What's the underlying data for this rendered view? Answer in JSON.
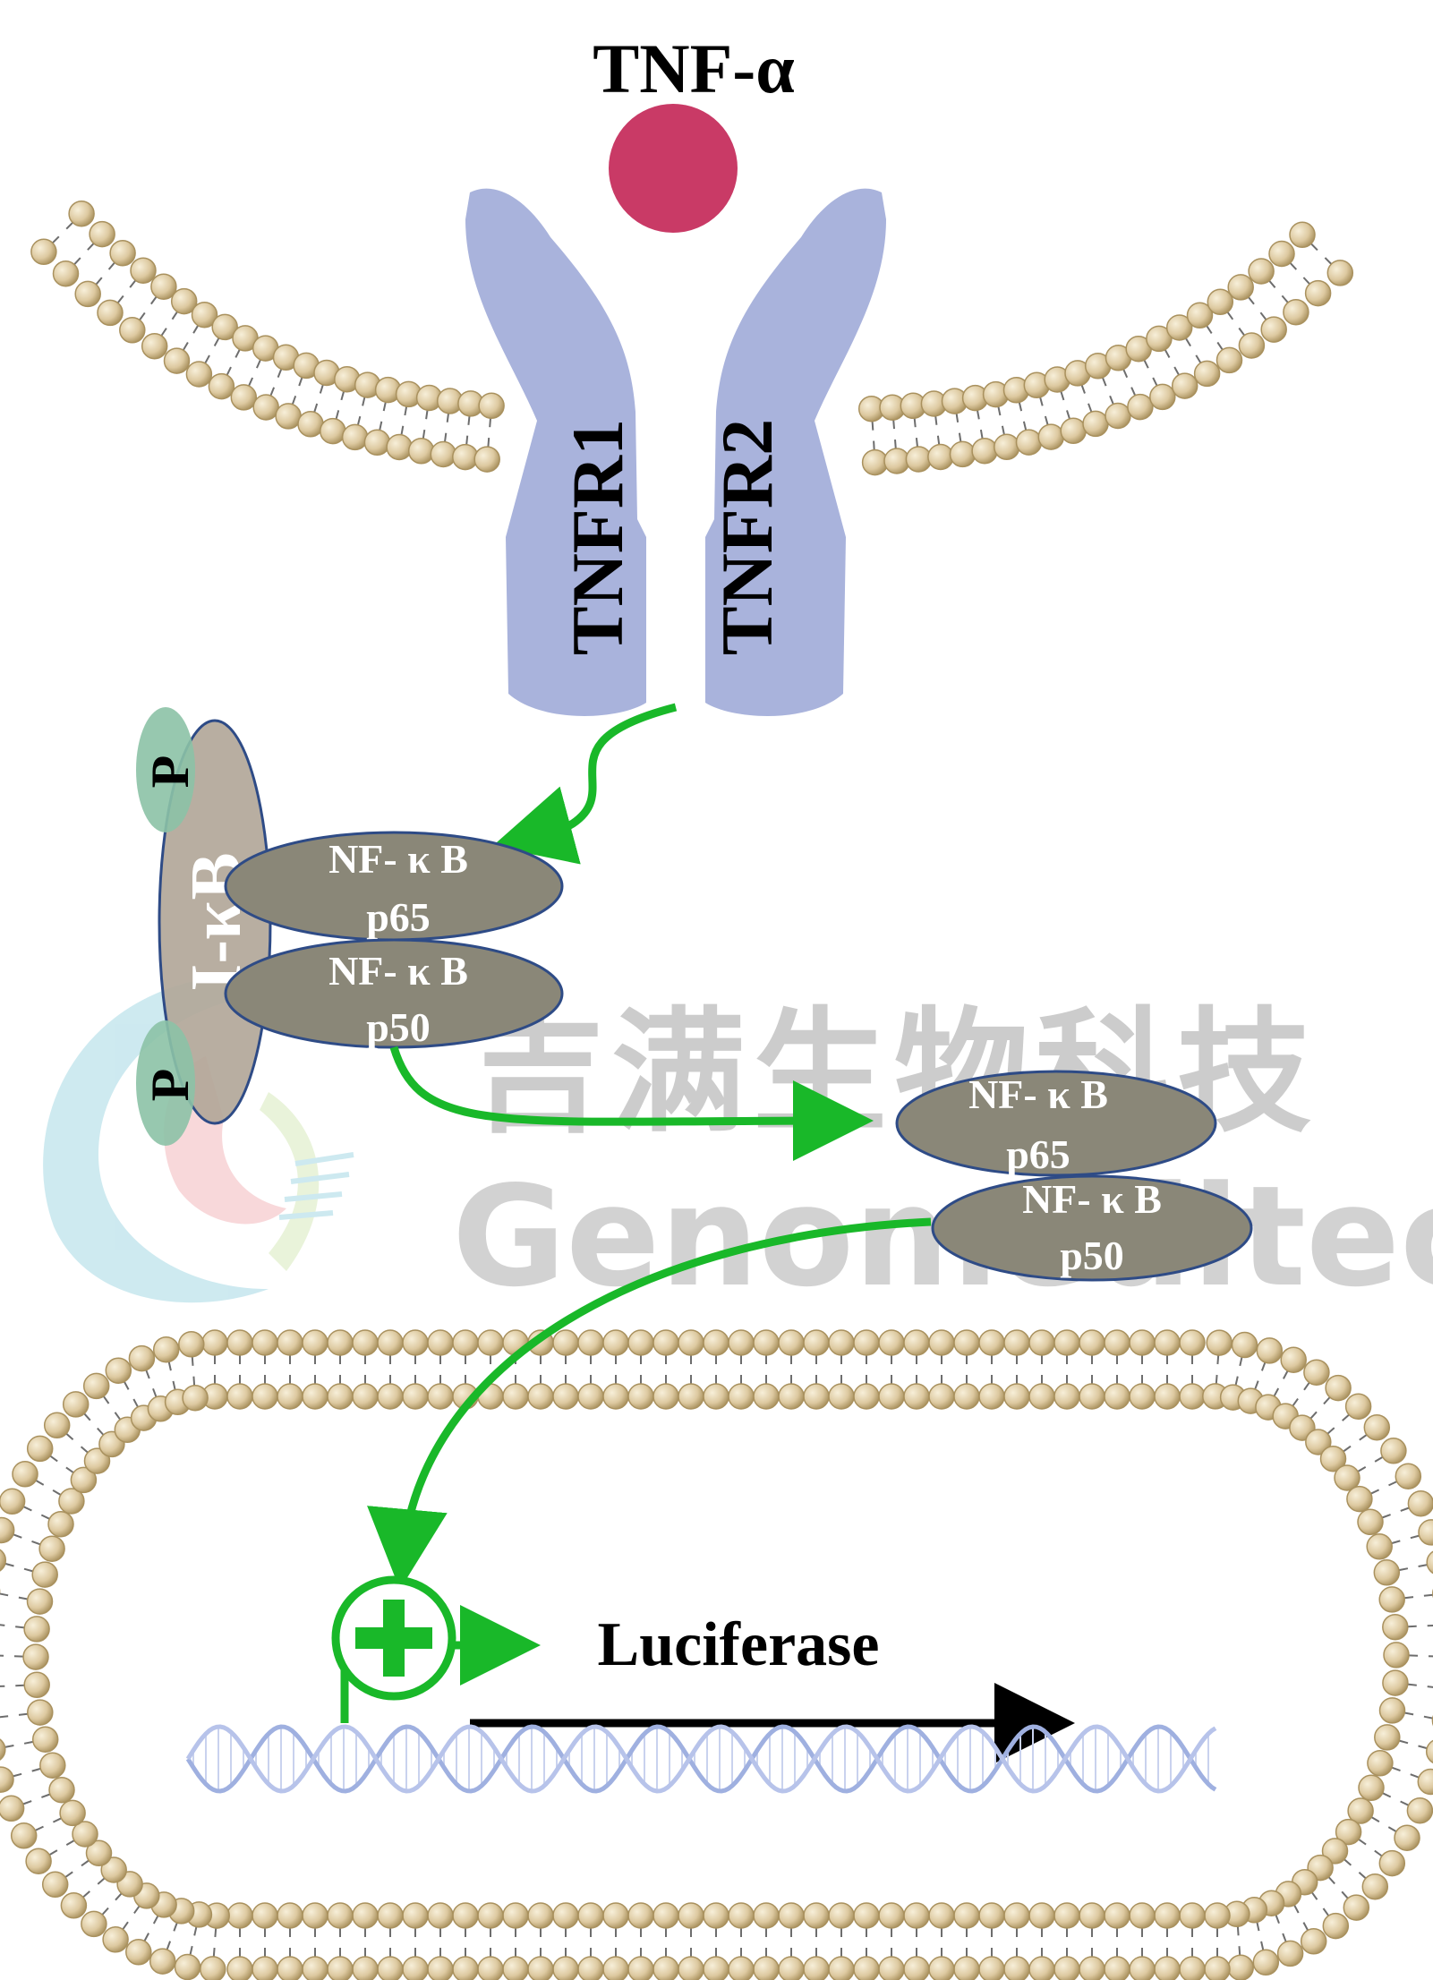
{
  "ligand": {
    "label": "TNF-α",
    "color": "#c93a66"
  },
  "receptors": [
    {
      "label": "TNFR1"
    },
    {
      "label": "TNFR2"
    }
  ],
  "receptor_color": "#a9b3dc",
  "inhibitor": {
    "label": "I-κB",
    "color": "#b2a799"
  },
  "phosphate": {
    "label": "P",
    "color": "#8cc2a6"
  },
  "complex": {
    "p65_label": "NF- κ B\np65",
    "p50_label": "NF- κ B\np50"
  },
  "nfkb_line1": "NF- κ B",
  "nfkb_p65": "p65",
  "nfkb_p50": "p50",
  "nfkb_color": "#8a8778",
  "nfkb_border": "#2e4b86",
  "membrane_color": "#d9c7a0",
  "arrow_color": "#19b829",
  "reporter": {
    "label": "Luciferase"
  },
  "watermark": {
    "cn": "吉满生物科技",
    "en": "Genomeditech"
  }
}
